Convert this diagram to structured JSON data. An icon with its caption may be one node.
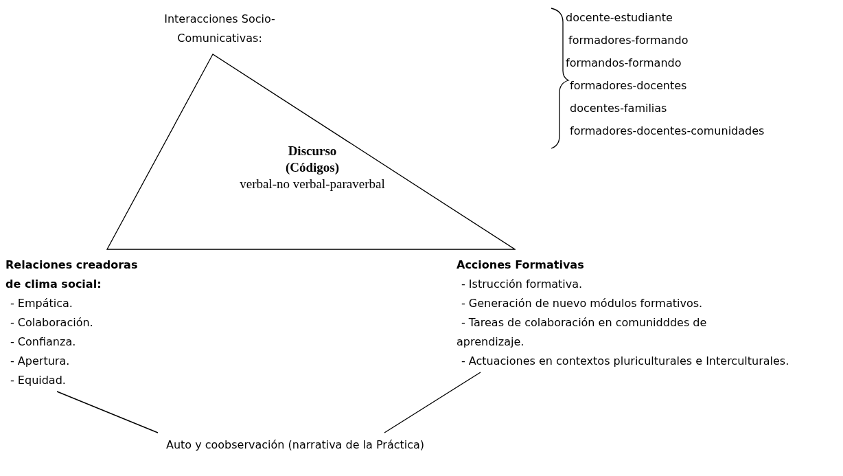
{
  "diagram": {
    "nodes": [
      {
        "text": [
          "Discurso (Códigos)",
          "verbal-no verbal-paraverbal"
        ]
      },
      {
        "text": [
          "Interacciones Socio-Comunicativas:"
        ]
      },
      {
        "text": [
          "Relaciones creadoras de clima social:",
          "- Empática.",
          "- Colaboración.",
          "- Confianza.",
          "- Apertura.",
          "- Equidad."
        ]
      },
      {
        "text": [
          "Acciones Formativas",
          "- Istrucción formativa.",
          "- Generación de nuevo módulos formativos.",
          "- Tareas de colaboración en comunidddes de aprendizaje.",
          "- Actuaciones en contextos pluriculturales e Interculturales."
        ]
      },
      {
        "text": [
          "Auto y coobservación (narrativa de la Práctica)"
        ]
      }
    ],
    "edges": [
      {
        "from": 4,
        "to": 2,
        "arrow": "none"
      },
      {
        "from": 4,
        "to": 3,
        "arrow": "none"
      }
    ],
    "labels": [
      "docente-estudiante",
      "formadores-formando",
      "formandos-formando",
      "formadores-docentes",
      "docentes-familias",
      "formadores-docentes-comunidades"
    ]
  }
}
